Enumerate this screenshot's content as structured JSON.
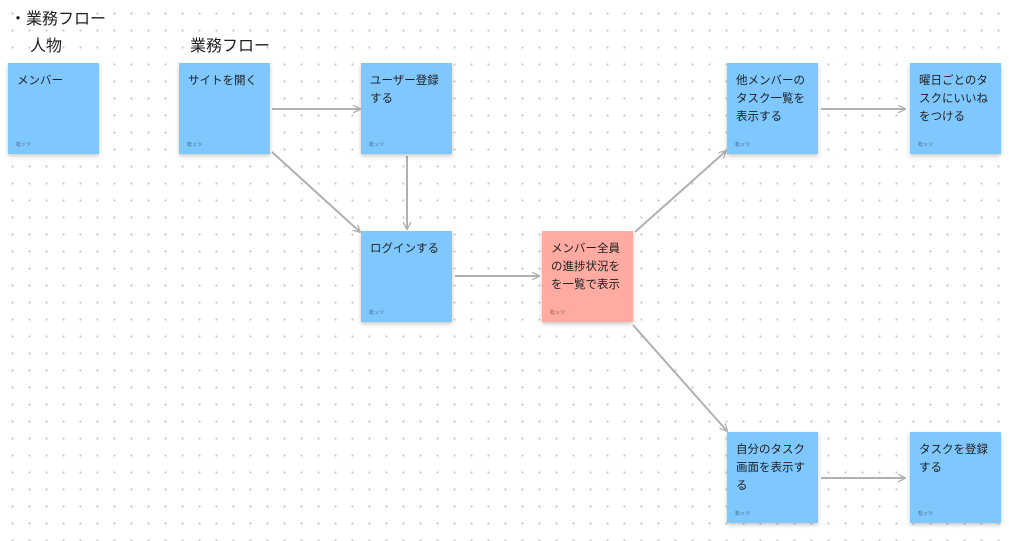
{
  "headings": {
    "title": "・業務フロー",
    "person_column": "人物",
    "flow_column": "業務フロー"
  },
  "colors": {
    "blue_note": "#7fc8ff",
    "red_note": "#ffaba1",
    "connector": "#b0b0b0"
  },
  "notes": [
    {
      "id": "member",
      "text": "メンバー",
      "author": "松ッツ",
      "color": "blue"
    },
    {
      "id": "open-site",
      "text": "サイトを開く",
      "author": "松ッツ",
      "color": "blue"
    },
    {
      "id": "register-user",
      "text": "ユーザー登録する",
      "author": "松ッツ",
      "color": "blue"
    },
    {
      "id": "login",
      "text": "ログインする",
      "author": "松ッツ",
      "color": "blue"
    },
    {
      "id": "all-progress",
      "text": "メンバー全員の進捗状況をを一覧で表示",
      "author": "松ッツ",
      "color": "red"
    },
    {
      "id": "others-task-list",
      "text": "他メンバーのタスク一覧を表示する",
      "author": "松ッツ",
      "color": "blue"
    },
    {
      "id": "like-task",
      "text": "曜日ごとのタスクにいいねをつける",
      "author": "松ッツ",
      "color": "blue"
    },
    {
      "id": "my-task-screen",
      "text": "自分のタスク画面を表示する",
      "author": "松ッツ",
      "color": "blue"
    },
    {
      "id": "register-task",
      "text": "タスクを登録する",
      "author": "松ッツ",
      "color": "blue"
    }
  ]
}
